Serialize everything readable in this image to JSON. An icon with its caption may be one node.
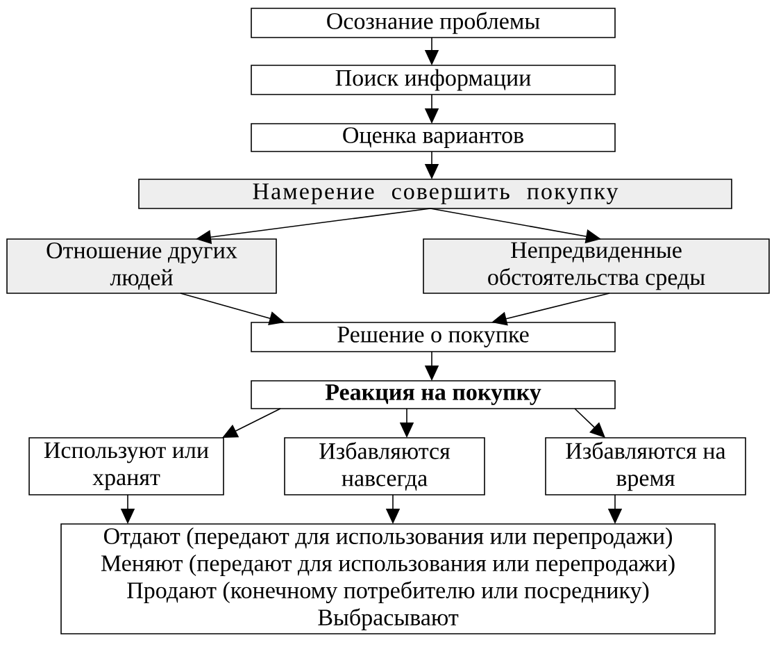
{
  "diagram": {
    "nodes": [
      {
        "text": [
          "Осознание проблемы"
        ]
      },
      {
        "text": [
          "Поиск информации"
        ]
      },
      {
        "text": [
          "Оценка вариантов"
        ]
      },
      {
        "text": [
          "Намерение совершить покупку"
        ]
      },
      {
        "text": [
          "Отношение других людей"
        ]
      },
      {
        "text": [
          "Непредвиденные обстоятельства среды"
        ]
      },
      {
        "text": [
          "Решение о покупке"
        ]
      },
      {
        "text": [
          "Реакция на покупку"
        ]
      },
      {
        "text": [
          "Используют или хранят"
        ]
      },
      {
        "text": [
          "Избавляются навсегда"
        ]
      },
      {
        "text": [
          "Избавляются на время"
        ]
      },
      {
        "text": [
          "Отдают (передают для использования или перепродажи)",
          "Меняют (передают для использования или перепродажи)",
          "Продают (конечному потребителю или посреднику)",
          "Выбрасывают"
        ]
      }
    ],
    "edges": [
      {
        "from": 0,
        "to": 1,
        "arrow": "to"
      },
      {
        "from": 1,
        "to": 2,
        "arrow": "to"
      },
      {
        "from": 2,
        "to": 3,
        "arrow": "to"
      },
      {
        "from": 3,
        "to": 4,
        "arrow": "to"
      },
      {
        "from": 3,
        "to": 5,
        "arrow": "to"
      },
      {
        "from": 4,
        "to": 6,
        "arrow": "to"
      },
      {
        "from": 5,
        "to": 6,
        "arrow": "to"
      },
      {
        "from": 6,
        "to": 7,
        "arrow": "to"
      },
      {
        "from": 7,
        "to": 8,
        "arrow": "to"
      },
      {
        "from": 7,
        "to": 9,
        "arrow": "to"
      },
      {
        "from": 7,
        "to": 10,
        "arrow": "to"
      },
      {
        "from": 8,
        "to": 11,
        "arrow": "to"
      },
      {
        "from": 9,
        "to": 11,
        "arrow": "to"
      },
      {
        "from": 10,
        "to": 11,
        "arrow": "to"
      }
    ]
  }
}
